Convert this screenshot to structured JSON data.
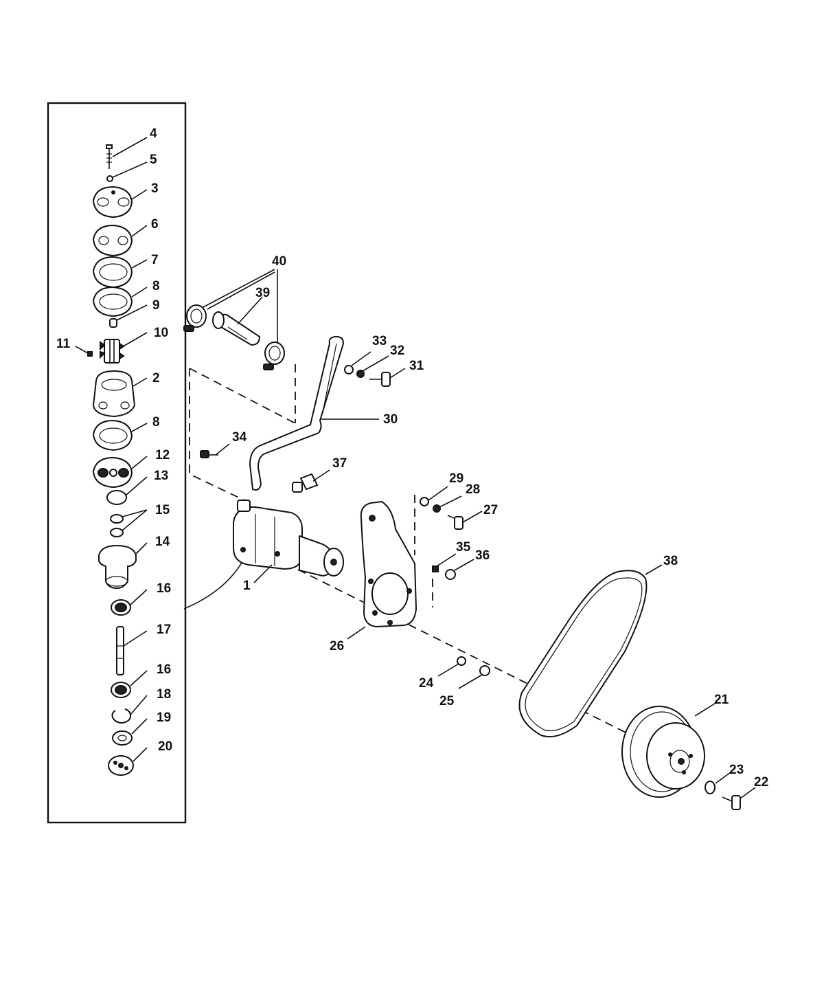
{
  "callouts": {
    "c1": "1",
    "c2": "2",
    "c3": "3",
    "c4": "4",
    "c5": "5",
    "c6": "6",
    "c7": "7",
    "c8a": "8",
    "c8b": "8",
    "c9": "9",
    "c10": "10",
    "c11": "11",
    "c12": "12",
    "c13": "13",
    "c14": "14",
    "c15": "15",
    "c16a": "16",
    "c16b": "16",
    "c17": "17",
    "c18": "18",
    "c19": "19",
    "c20": "20",
    "c21": "21",
    "c22": "22",
    "c23": "23",
    "c24": "24",
    "c25": "25",
    "c26": "26",
    "c27": "27",
    "c28": "28",
    "c29": "29",
    "c30": "30",
    "c31": "31",
    "c32": "32",
    "c33": "33",
    "c34": "34",
    "c35": "35",
    "c36": "36",
    "c37": "37",
    "c38": "38",
    "c39": "39",
    "c40": "40"
  },
  "colors": {
    "ink": "#111111",
    "paper": "#ffffff"
  }
}
